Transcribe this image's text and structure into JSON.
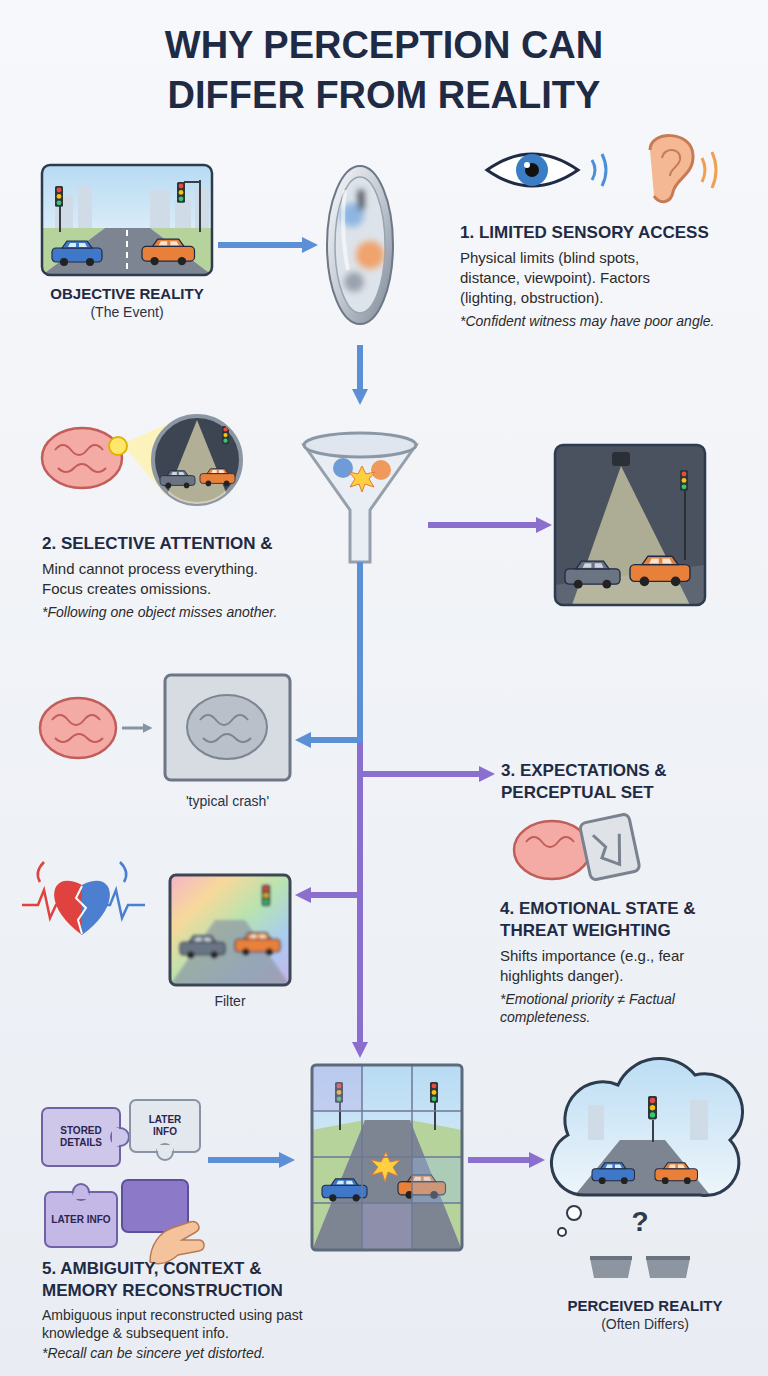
{
  "diagram": {
    "title": "WHY PERCEPTION CAN DIFFER FROM REALITY",
    "nodes": [
      {
        "text": [
          "OBJECTIVE REALITY",
          "(The Event)"
        ]
      },
      {
        "text": [
          "1. LIMITED SENSORY ACCESS",
          "Physical limits (blind spots, distance, viewpoint). Factors (lighting, obstruction).",
          "*Confident witness may have poor angle."
        ]
      },
      {
        "text": [
          "2. SELECTIVE ATTENTION &",
          "Mind cannot process everything. Focus creates omissions.",
          "*Following one object misses another."
        ]
      },
      {
        "text": [
          "'typical crash'"
        ]
      },
      {
        "text": [
          "3. EXPECTATIONS & PERCEPTUAL SET"
        ]
      },
      {
        "text": [
          "Filter"
        ]
      },
      {
        "text": [
          "5. AMBIGUITY, CONTEXT & MEMORY RECONSTRUCTION",
          "Ambiguous input reconstructed using past knowledge & subsequent info.",
          "*Recall can be sincere yet distorted."
        ]
      },
      {
        "text": [
          "STORED DETAILS"
        ],
        "in": 6
      },
      {
        "text": [
          "LATER INFO"
        ],
        "in": 6
      },
      {
        "text": [
          "LATER INFO"
        ],
        "in": 6
      },
      {
        "text": [
          "PERCEIVED REALITY",
          "(Often Differs)"
        ]
      }
    ],
    "edges": [
      {
        "from": 0,
        "to": 1,
        "arrow": "to"
      },
      {
        "from": 1,
        "to": 2,
        "arrow": "to"
      },
      {
        "from": 2,
        "to": 3,
        "arrow": "to"
      },
      {
        "from": 2,
        "to": 4,
        "arrow": "to"
      },
      {
        "from": 2,
        "to": 5,
        "arrow": "to"
      },
      {
        "from": 2,
        "to": 6,
        "arrow": "to"
      },
      {
        "from": 6,
        "to": 10,
        "arrow": "to"
      }
    ],
    "labels": [
      "4. EMOTIONAL STATE & THREAT WEIGHTING",
      "Shifts importance (e.g., fear highlights danger).",
      "*Emotional priority ≠ Factual completeness.",
      "?"
    ]
  }
}
